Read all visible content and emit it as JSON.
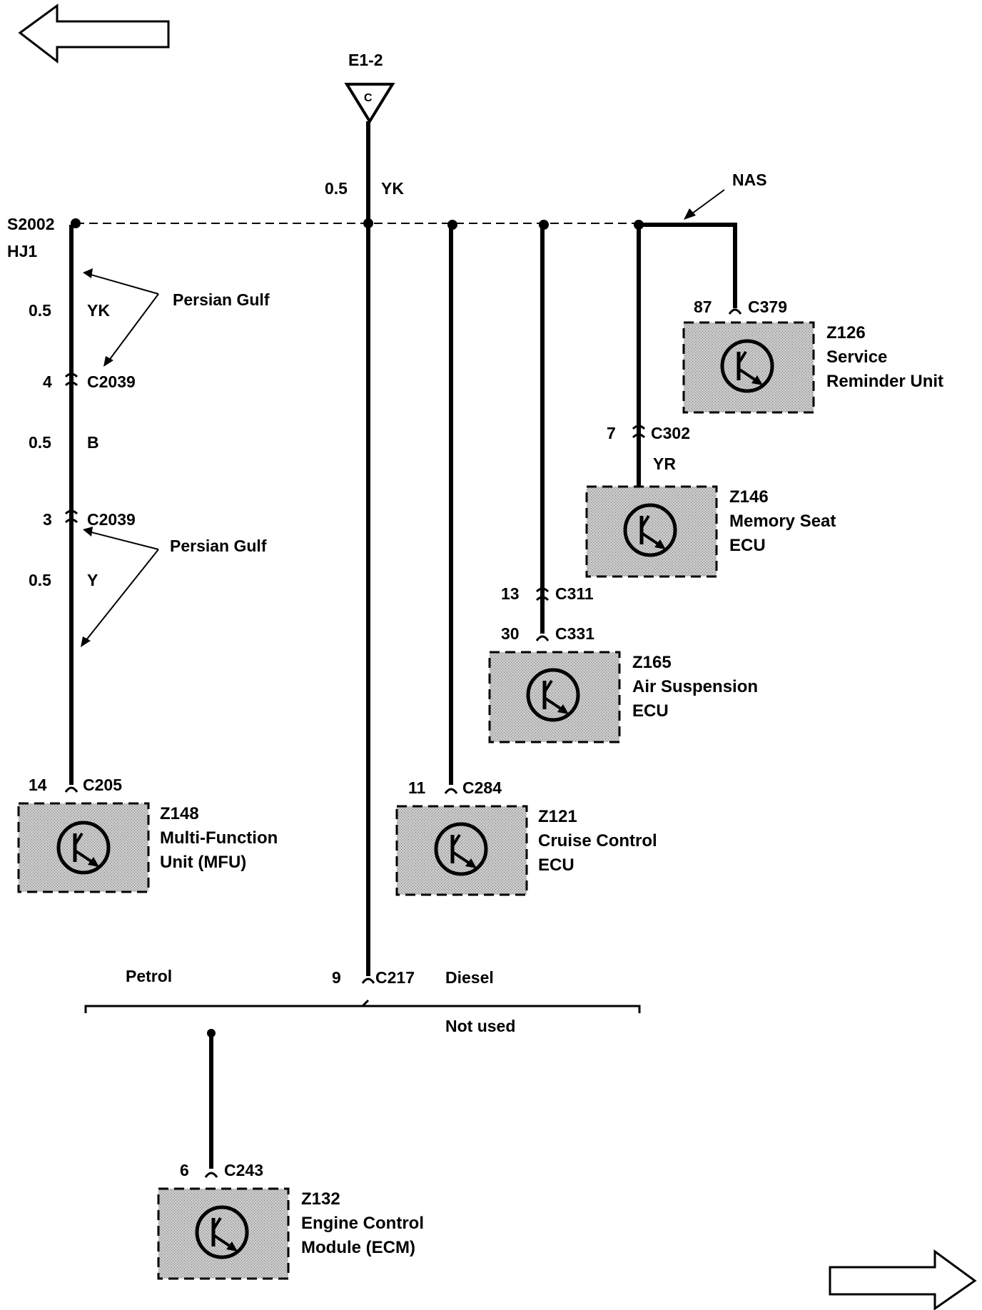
{
  "page": {
    "nav_back_icon": "left-arrow-icon",
    "nav_forward_icon": "right-arrow-icon"
  },
  "ground_source": {
    "ref": "E1-2",
    "symbol": "C"
  },
  "main_feed": {
    "gauge": "0.5",
    "color": "YK"
  },
  "splice": {
    "ref": "S2002",
    "harness": "HJ1"
  },
  "annotation": {
    "nas": "NAS",
    "persian_gulf_top": "Persian Gulf",
    "persian_gulf_bottom": "Persian Gulf"
  },
  "left_branch": {
    "seg1": {
      "gauge": "0.5",
      "color": "YK"
    },
    "conn_top": {
      "pin": "4",
      "ref": "C2039"
    },
    "seg2": {
      "gauge": "0.5",
      "color": "B"
    },
    "conn_bottom": {
      "pin": "3",
      "ref": "C2039"
    },
    "seg3": {
      "gauge": "0.5",
      "color": "Y"
    }
  },
  "wires": {
    "c302_color": "YR"
  },
  "connectors": {
    "c379": {
      "pin": "87",
      "ref": "C379"
    },
    "c302": {
      "pin": "7",
      "ref": "C302"
    },
    "c311": {
      "pin": "13",
      "ref": "C311"
    },
    "c331": {
      "pin": "30",
      "ref": "C331"
    },
    "c205": {
      "pin": "14",
      "ref": "C205"
    },
    "c284": {
      "pin": "11",
      "ref": "C284"
    },
    "c217": {
      "pin": "9",
      "ref": "C217"
    },
    "c243": {
      "pin": "6",
      "ref": "C243"
    }
  },
  "components": {
    "z126": {
      "id": "Z126",
      "line1": "Service",
      "line2": "Reminder Unit"
    },
    "z146": {
      "id": "Z146",
      "line1": "Memory Seat",
      "line2": "ECU"
    },
    "z165": {
      "id": "Z165",
      "line1": "Air Suspension",
      "line2": "ECU"
    },
    "z148": {
      "id": "Z148",
      "line1": "Multi-Function",
      "line2": "Unit (MFU)"
    },
    "z121": {
      "id": "Z121",
      "line1": "Cruise Control",
      "line2": "ECU"
    },
    "z132": {
      "id": "Z132",
      "line1": "Engine Control",
      "line2": "Module (ECM)"
    }
  },
  "variants": {
    "petrol": "Petrol",
    "diesel": "Diesel",
    "not_used": "Not used"
  }
}
